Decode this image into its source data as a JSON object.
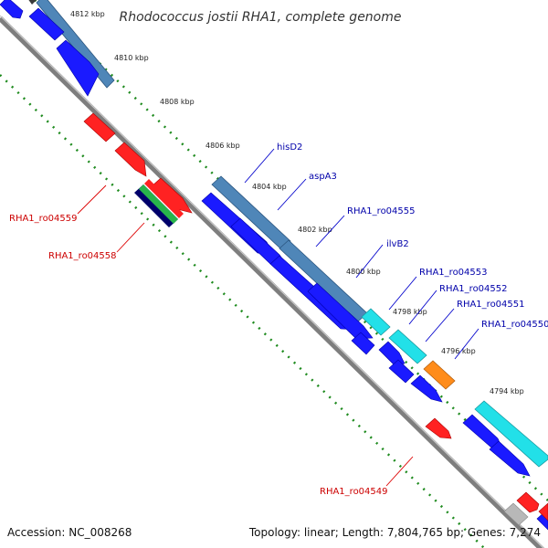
{
  "title": "Rhodococcus jostii RHA1, complete genome",
  "ticks": [
    "4812 kbp",
    "4810 kbp",
    "4808 kbp",
    "4806 kbp",
    "4804 kbp",
    "4802 kbp",
    "4800 kbp",
    "4798 kbp",
    "4796 kbp",
    "4794 kbp"
  ],
  "labels": {
    "hisD2": "hisD2",
    "aspA3": "aspA3",
    "ro04555": "RHA1_ro04555",
    "ilvB2": "ilvB2",
    "ro04553": "RHA1_ro04553",
    "ro04552": "RHA1_ro04552",
    "ro04551": "RHA1_ro04551",
    "ro04550": "RHA1_ro04550",
    "ro04559": "RHA1_ro04559",
    "ro04558": "RHA1_ro04558",
    "ro04549": "RHA1_ro04549"
  },
  "footer": {
    "accession": "Accession: NC_008268",
    "topology": "Topology: linear; Length: 7,804,765 bp; Genes: 7,274"
  },
  "colors": {
    "forward_cds": "#1a1aff",
    "reverse_cds": "#ff2222",
    "gene_steelblue": "#4f86b8",
    "gene_cyan": "#22e0e8",
    "gene_orange": "#ff8c1a",
    "label_blue": "#0000aa",
    "label_red": "#cc0000",
    "axis": "#8a8a8a",
    "tick": "#228b22"
  }
}
